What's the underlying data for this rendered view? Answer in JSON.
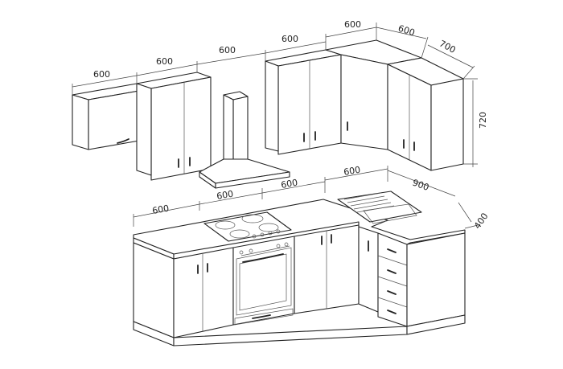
{
  "diagram": {
    "line_color": "#222222",
    "background": "#ffffff",
    "upper_dimensions": {
      "w1": "600",
      "w2": "600",
      "w3": "600",
      "w4": "600",
      "w5": "600",
      "w6": "600",
      "depth": "700",
      "height": "720"
    },
    "lower_dimensions": {
      "w1": "600",
      "w2": "600",
      "w3": "600",
      "w4": "600",
      "corner": "900",
      "depth": "400"
    }
  }
}
